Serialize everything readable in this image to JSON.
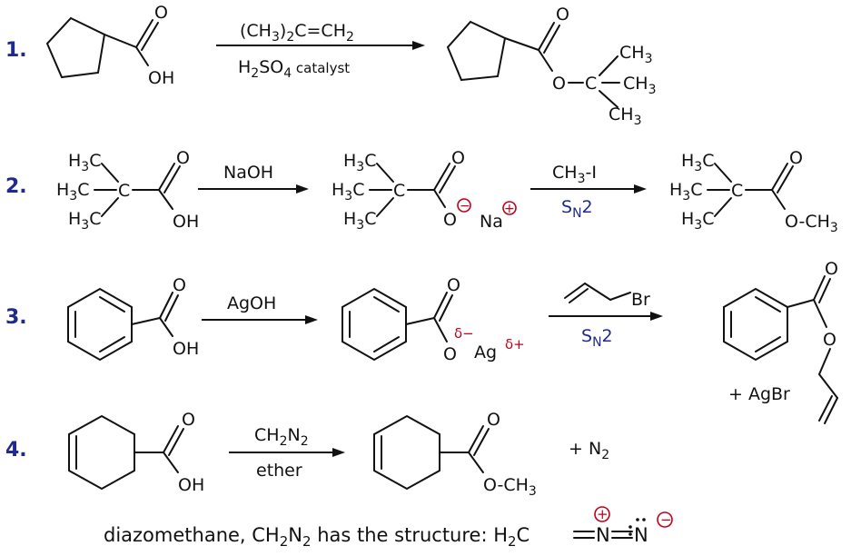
{
  "colors": {
    "ink": "#111111",
    "numbers": "#1f2a8a",
    "charge": "#c0001a",
    "sn2": "#1f2a8a"
  },
  "reactions": [
    {
      "number": "1.",
      "reactant": {
        "oh": "OH",
        "o": "O"
      },
      "reagent_top": {
        "a": "(CH",
        "b": "3",
        "c": ")",
        "d": "2",
        "e": "C=CH",
        "f": "2"
      },
      "reagent_bottom": {
        "a": "H",
        "b": "2",
        "c": "SO",
        "d": "4",
        "e": " catalyst"
      },
      "product": {
        "o_top": "O",
        "o_ester": "O",
        "c": "C",
        "ch3": "CH",
        "sub3": "3"
      }
    },
    {
      "number": "2.",
      "reactant": {
        "h": "H",
        "three": "3",
        "c": "C",
        "oh": "OH",
        "o": "O"
      },
      "reagent_top": "NaOH",
      "intermediate": {
        "o_neg": "O",
        "na": "Na",
        "minus": "−",
        "plus": "+"
      },
      "reagent2_top": {
        "a": "CH",
        "b": "3",
        "c": "-I"
      },
      "reagent2_bottom": {
        "a": "S",
        "b": "N",
        "c": "2"
      },
      "product": {
        "och3": "O-CH",
        "three": "3"
      }
    },
    {
      "number": "3.",
      "reactant": {
        "oh": "OH",
        "o": "O"
      },
      "reagent_top": "AgOH",
      "intermediate": {
        "o": "O",
        "delta_minus": "δ−",
        "ag": "Ag",
        "delta_plus": "δ+"
      },
      "reagent2_top": "Br",
      "reagent2_bottom": {
        "a": "S",
        "b": "N",
        "c": "2"
      },
      "product": {
        "o": "O"
      },
      "byproduct": "+ AgBr"
    },
    {
      "number": "4.",
      "reactant": {
        "oh": "OH",
        "o": "O"
      },
      "reagent_top": {
        "a": "CH",
        "b": "2",
        "c": "N",
        "d": "2"
      },
      "reagent_bottom": "ether",
      "product": {
        "o": "O",
        "och3": "O-CH",
        "three": "3"
      },
      "byproduct": {
        "a": "+  N",
        "b": "2"
      }
    }
  ],
  "footnote": {
    "text": "diazomethane, CH",
    "sub1": "2",
    "n": "N",
    "sub2": "2",
    "rest": " has the structure: H",
    "sub3": "2",
    "c_eq_n": "C",
    "n1": "N",
    "n2": "N",
    "plus": "+",
    "minus": "−"
  }
}
